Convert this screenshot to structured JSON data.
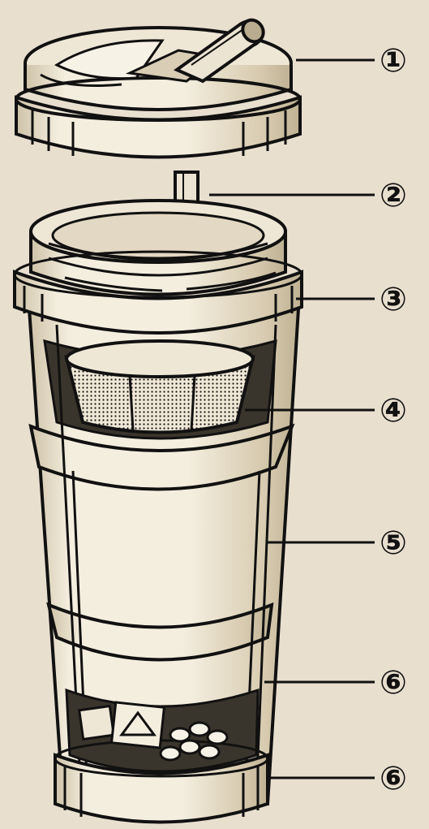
{
  "colors": {
    "background": "#e8dfcf",
    "ink": "#111111",
    "body_fill": "#f2ebdc",
    "shade": "#d9cdb6"
  },
  "callouts": [
    {
      "label": "①",
      "part": "lid-with-straw"
    },
    {
      "label": "②",
      "part": "straw"
    },
    {
      "label": "③",
      "part": "upper-rim"
    },
    {
      "label": "④",
      "part": "mesh-filter-basket"
    },
    {
      "label": "⑤",
      "part": "tumbler-body"
    },
    {
      "label": "⑥",
      "part": "storage-compartment"
    },
    {
      "label": "⑥",
      "part": "bottom-base"
    }
  ]
}
